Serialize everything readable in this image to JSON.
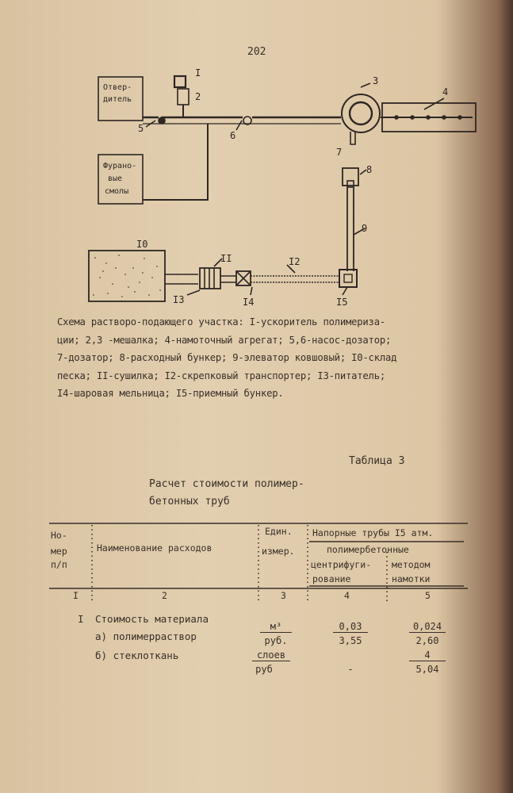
{
  "page_number": "202",
  "diagram": {
    "box_hardener": [
      "Отвер-",
      "дитель"
    ],
    "box_resin": [
      "Фурано-",
      "вые",
      "смолы"
    ],
    "labels": [
      "I",
      "2",
      "3",
      "4",
      "5",
      "6",
      "7",
      "8",
      "9",
      "I0",
      "II",
      "I2",
      "I3",
      "I4",
      "I5"
    ]
  },
  "caption_lines": [
    "Схема растворо-подающего участка: I-ускоритель полимериза-",
    "ции; 2,3 -мешалка; 4-намоточный агрегат; 5,6-насос-дозатор;",
    "7-дозатор; 8-расходный бункер; 9-элеватор ковшовый; I0-склад",
    "песка; II-сушилка; I2-скрепковый транспортер; I3-питатель;",
    "I4-шаровая мельница; I5-приемный бункер."
  ],
  "table_label": "Таблица 3",
  "table_title": [
    "Расчет стоимости полимер-",
    "бетонных труб"
  ],
  "table": {
    "headers": {
      "num": [
        "Но-",
        "мер",
        "п/п"
      ],
      "name": "Наименование расходов",
      "unit": [
        "Един.",
        "измер."
      ],
      "pipes": "Напорные трубы I5 атм.",
      "polymer": "полимербетонные",
      "centrifuge": [
        "центрифуги-",
        "рование"
      ],
      "winding": [
        "методом",
        "намотки"
      ]
    },
    "col_numbers": [
      "I",
      "2",
      "3",
      "4",
      "5"
    ],
    "rows": {
      "item_num": "I",
      "item_title": "Стоимость материала",
      "sub_a": "а) полимерраствор",
      "sub_b": "б) стеклоткань",
      "unit_a_top": "м³",
      "unit_a_bottom": "руб.",
      "unit_b_top": "слоев",
      "unit_b_bottom": "руб",
      "a_centrifuge_top": "0,03",
      "a_centrifuge_bottom": "3,55",
      "a_winding_top": "0,024",
      "a_winding_bottom": "2,60",
      "b_centrifuge": "-",
      "b_winding_top": "4",
      "b_winding_bottom": "5,04"
    }
  }
}
